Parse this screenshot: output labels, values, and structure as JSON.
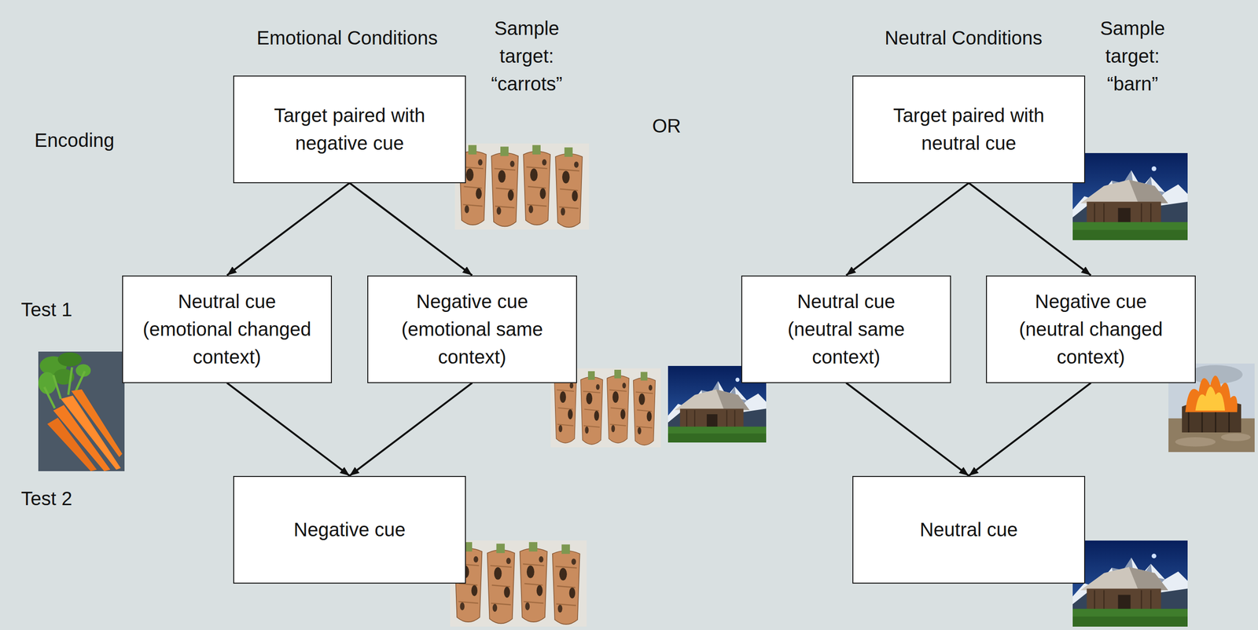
{
  "diagram": {
    "nodes": [
      {
        "text": [
          "Target paired with negative cue"
        ]
      },
      {
        "text": [
          "Target paired with neutral cue"
        ]
      },
      {
        "text": [
          "Neutral cue (emotional changed context)"
        ]
      },
      {
        "text": [
          "Negative cue (emotional same context)"
        ]
      },
      {
        "text": [
          "Neutral cue (neutral same context)"
        ]
      },
      {
        "text": [
          "Negative cue (neutral changed context)"
        ]
      },
      {
        "text": [
          "Negative cue"
        ]
      },
      {
        "text": [
          "Neutral cue"
        ]
      }
    ],
    "edges": [
      {
        "from": 0,
        "to": 2,
        "arrow": "to"
      },
      {
        "from": 0,
        "to": 3,
        "arrow": "to"
      },
      {
        "from": 1,
        "to": 4,
        "arrow": "to"
      },
      {
        "from": 1,
        "to": 5,
        "arrow": "to"
      },
      {
        "from": 2,
        "to": 6,
        "arrow": "to"
      },
      {
        "from": 3,
        "to": 6,
        "arrow": "to"
      },
      {
        "from": 4,
        "to": 7,
        "arrow": "to"
      },
      {
        "from": 5,
        "to": 7,
        "arrow": "to"
      }
    ],
    "labels": [
      "Emotional Conditions",
      "Sample target: “carrots”",
      "Neutral Conditions",
      "Sample target: “barn”",
      "Encoding",
      "OR",
      "Test 1",
      "Test 2"
    ]
  }
}
